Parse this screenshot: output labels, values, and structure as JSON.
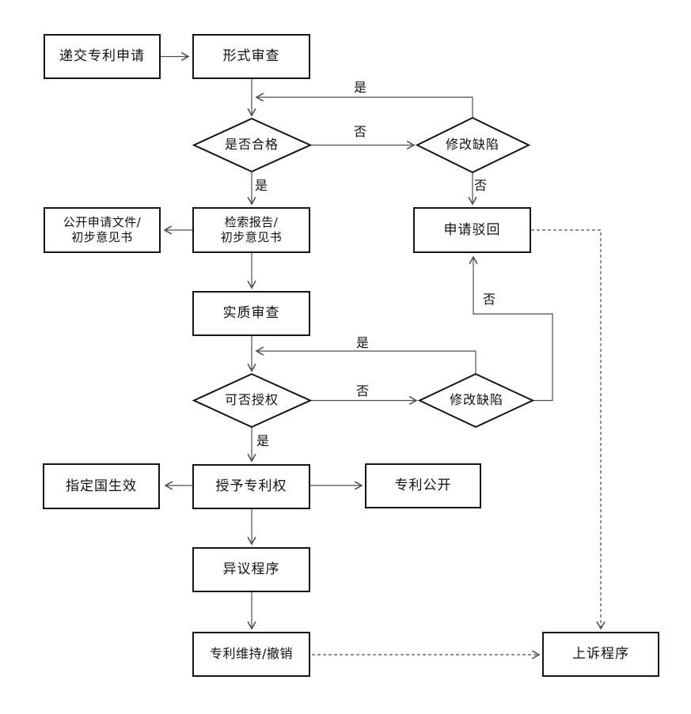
{
  "flowchart": {
    "colors": {
      "background": "#ffffff",
      "node_border": "#151515",
      "connector": "#4d4d4d",
      "text": "#111111"
    },
    "nodes": {
      "submit_application": {
        "label": "递交专利申请"
      },
      "formal_examination": {
        "label": "形式审查"
      },
      "is_qualified": {
        "label": "是否合格"
      },
      "fix_defects_formal": {
        "label": "修改缺陷"
      },
      "publish_application": {
        "line1": "公开申请文件/",
        "line2": "初步意见书"
      },
      "search_report": {
        "line1": "检索报告/",
        "line2": "初步意见书"
      },
      "application_rejected": {
        "label": "申请驳回"
      },
      "substantive_examination": {
        "label": "实质审查"
      },
      "can_grant": {
        "label": "可否授权"
      },
      "fix_defects_substantive": {
        "label": "修改缺陷"
      },
      "designated_states_effect": {
        "label": "指定国生效"
      },
      "grant_patent": {
        "label": "授予专利权"
      },
      "patent_publication": {
        "label": "专利公开"
      },
      "opposition_procedure": {
        "label": "异议程序"
      },
      "patent_maintain_revoke": {
        "label": "专利维持/撤销"
      },
      "appeal_procedure": {
        "label": "上诉程序"
      }
    },
    "edge_labels": {
      "yes_fix1_back_to_formal": "是",
      "no_qualified_to_fix1": "否",
      "yes_qualified_down": "是",
      "no_fix1_to_reject": "否",
      "no_fix2_to_reject": "否",
      "yes_fix2_back_to_exam": "是",
      "no_grant_to_fix2": "否",
      "yes_grant_down": "是"
    }
  }
}
